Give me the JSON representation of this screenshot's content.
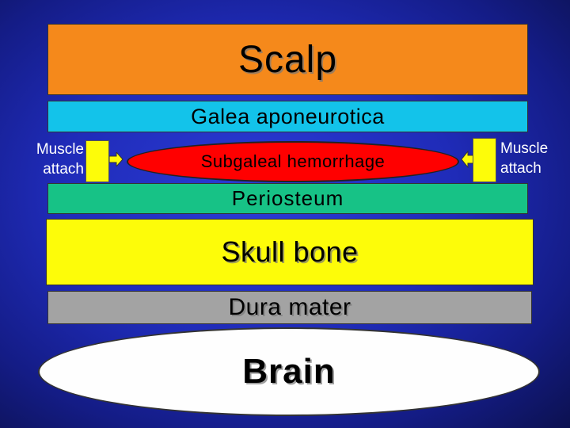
{
  "layers": {
    "scalp": "Scalp",
    "galea": "Galea aponeurotica",
    "subgaleal": "Subgaleal hemorrhage",
    "periosteum": "Periosteum",
    "skull": "Skull bone",
    "dura": "Dura mater",
    "brain": "Brain"
  },
  "muscle": {
    "left_line1": "Muscle",
    "left_line2": "attach",
    "right_line1": "Muscle",
    "right_line2": "attach"
  },
  "colors": {
    "background": "#1f2bb8",
    "scalp": "#f5891b",
    "galea": "#13c3ea",
    "subgaleal": "#ff0000",
    "periosteum": "#17c286",
    "skull": "#fdfc09",
    "dura": "#a3a3a3",
    "brain": "#fefefe"
  }
}
